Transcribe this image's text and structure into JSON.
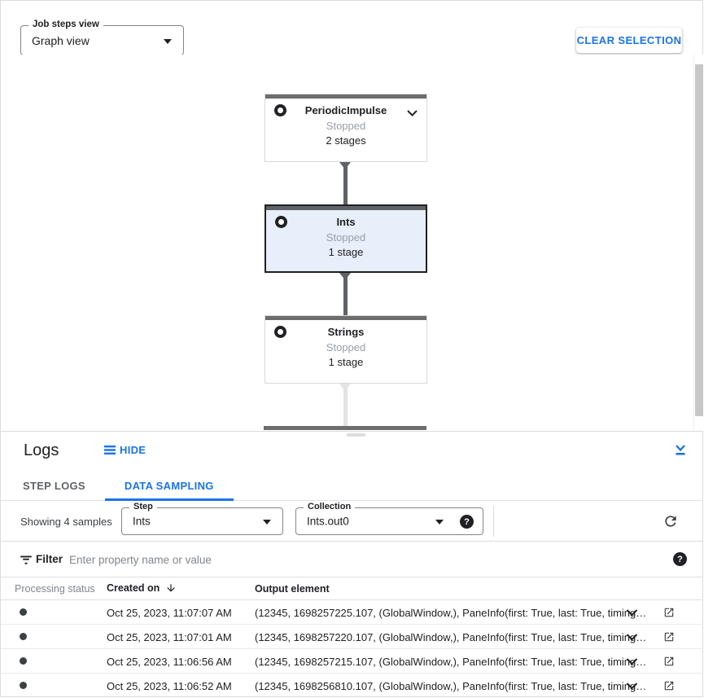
{
  "toolbar": {
    "job_steps_view_label": "Job steps view",
    "job_steps_view_value": "Graph view",
    "clear_selection_label": "CLEAR SELECTION"
  },
  "graph": {
    "nodes": [
      {
        "title": "PeriodicImpulse",
        "status": "Stopped",
        "stages": "2 stages",
        "selected": false,
        "has_chevron": true
      },
      {
        "title": "Ints",
        "status": "Stopped",
        "stages": "1 stage",
        "selected": true,
        "has_chevron": false
      },
      {
        "title": "Strings",
        "status": "Stopped",
        "stages": "1 stage",
        "selected": false,
        "has_chevron": false
      }
    ]
  },
  "logs": {
    "title": "Logs",
    "hide_label": "HIDE",
    "tabs": [
      {
        "label": "STEP LOGS",
        "active": false
      },
      {
        "label": "DATA SAMPLING",
        "active": true
      }
    ],
    "sampling": {
      "showing_text": "Showing 4 samples",
      "step_label": "Step",
      "step_value": "Ints",
      "collection_label": "Collection",
      "collection_value": "Ints.out0"
    },
    "filter": {
      "label": "Filter",
      "placeholder": "Enter property name or value"
    },
    "table": {
      "columns": [
        "Processing status",
        "Created on",
        "Output element"
      ],
      "rows": [
        {
          "created_on": "Oct 25, 2023, 11:07:07 AM",
          "output_element": "(12345, 1698257225.107, (GlobalWindow,), PaneInfo(first: True, last: True, timing…"
        },
        {
          "created_on": "Oct 25, 2023, 11:07:01 AM",
          "output_element": "(12345, 1698257220.107, (GlobalWindow,), PaneInfo(first: True, last: True, timing…"
        },
        {
          "created_on": "Oct 25, 2023, 11:06:56 AM",
          "output_element": "(12345, 1698257215.107, (GlobalWindow,), PaneInfo(first: True, last: True, timing…"
        },
        {
          "created_on": "Oct 25, 2023, 11:06:52 AM",
          "output_element": "(12345, 1698256810.107, (GlobalWindow,), PaneInfo(first: True, last: True, timing…"
        }
      ]
    }
  },
  "icons": {
    "help_glyph": "?"
  },
  "colors": {
    "accent_blue": "#1a73e8",
    "dark_text": "#202124",
    "gray_text": "#5f6368",
    "light_gray_text": "#80868b",
    "selected_node_bg": "#e8eefa",
    "node_topbar": "#6d6d6d",
    "edge_dark": "#5f6368",
    "edge_light": "#e3e3e3",
    "border": "#dadce0"
  }
}
